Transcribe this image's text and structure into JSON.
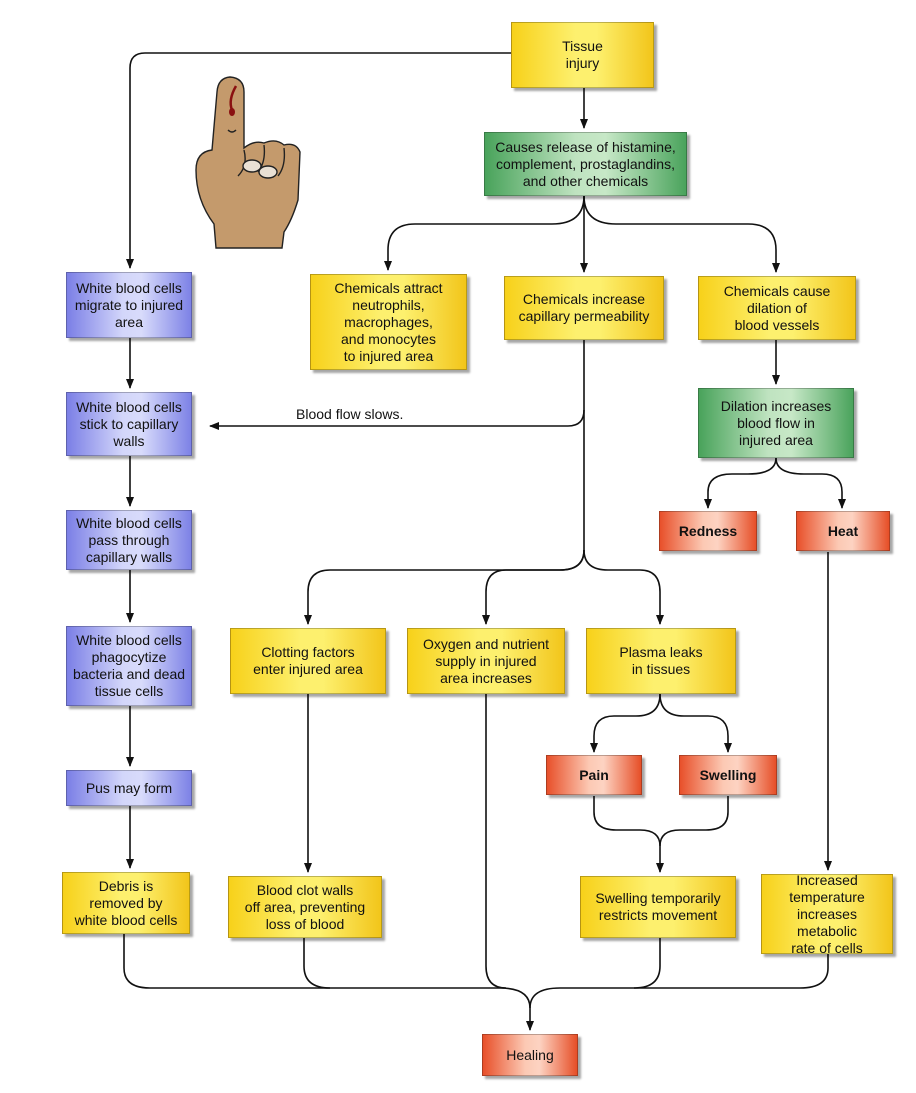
{
  "nodes": {
    "tissue_injury": "Tissue\ninjury",
    "release_chemicals": "Causes release of histamine,\ncomplement, prostaglandins,\nand other chemicals",
    "wbc_migrate": "White blood cells\nmigrate to injured\narea",
    "chem_attract": "Chemicals attract\nneutrophils,\nmacrophages,\nand monocytes\nto injured area",
    "chem_permeability": "Chemicals increase\ncapillary permeability",
    "chem_dilation": "Chemicals cause\ndilation of\nblood vessels",
    "wbc_stick": "White blood cells\nstick to capillary\nwalls",
    "dilation_flow": "Dilation increases\nblood flow in\ninjured area",
    "wbc_pass": "White blood cells\npass through\ncapillary walls",
    "redness": "Redness",
    "heat": "Heat",
    "wbc_phagocytize": "White blood cells\nphagocytize\nbacteria and dead\ntissue cells",
    "clotting_factors": "Clotting factors\nenter injured area",
    "oxygen_supply": "Oxygen and nutrient\nsupply in injured\narea increases",
    "plasma_leaks": "Plasma leaks\nin tissues",
    "pain": "Pain",
    "swelling": "Swelling",
    "pus": "Pus may form",
    "debris": "Debris is\nremoved by\nwhite blood cells",
    "blood_clot": "Blood clot walls\noff area, preventing\nloss of blood",
    "swelling_restricts": "Swelling temporarily\nrestricts movement",
    "increased_temp": "Increased\ntemperature\nincreases metabolic\nrate of cells",
    "healing": "Healing"
  },
  "edge_labels": {
    "blood_flow_slows": "Blood flow slows."
  },
  "colors": {
    "yellow": "#f7d11a",
    "green": "#49a35b",
    "blue": "#7b7fe6",
    "red": "#e8502a",
    "arrow": "#111111",
    "skin": "#c49a6c"
  },
  "icons": {
    "illustration": "injured-finger-hand"
  }
}
